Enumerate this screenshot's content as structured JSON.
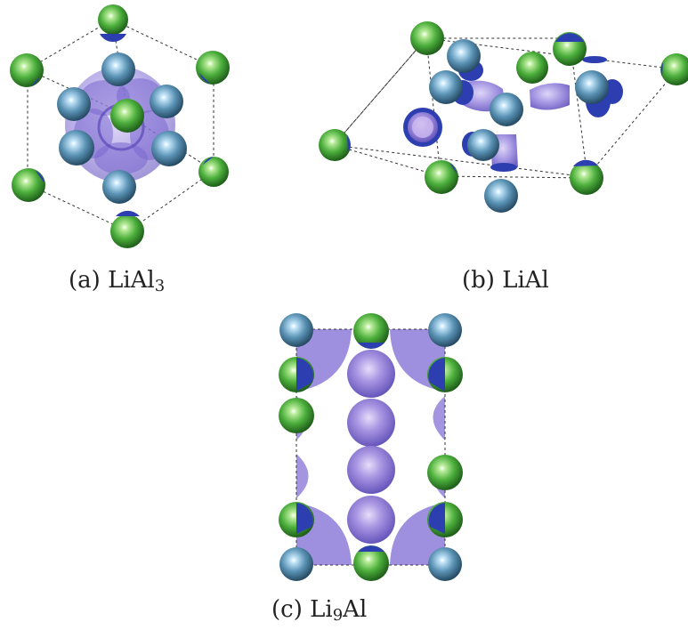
{
  "panels": [
    {
      "id": "a",
      "label": "(a)",
      "formula": "LiAl",
      "subscript": "3"
    },
    {
      "id": "b",
      "label": "(b)",
      "formula": "LiAl",
      "subscript": ""
    },
    {
      "id": "c",
      "label": "(c)",
      "formula": "Li",
      "subscript": "9",
      "formula_tail": "Al"
    }
  ],
  "colors": {
    "li_atom": "#4caf3c",
    "al_atom": "#5b93b5",
    "isosurface": "#8d7bd9",
    "isosurface_dark": "#2d3fb0",
    "cell_edge": "#333333"
  }
}
